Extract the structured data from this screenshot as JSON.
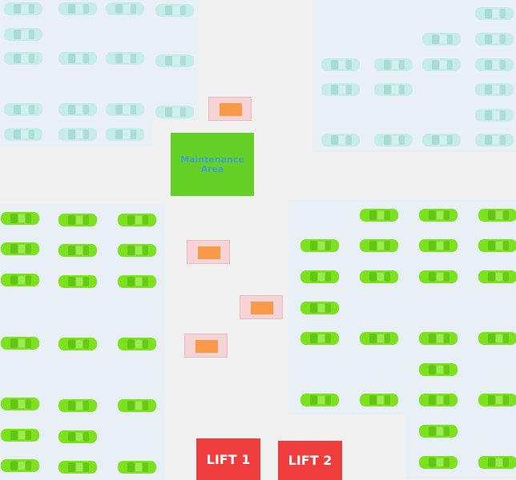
{
  "colors": {
    "background": "#f1f1f1",
    "zone": "#e9f0f5",
    "car_teal": "#c5ece6",
    "car_green": "#7be21d",
    "maintenance": "#65d126",
    "maintenance_text": "#3fa3c8",
    "charger": "#f5d3d7",
    "charger_led": "#f99a49",
    "lift": "#ef3d3e"
  },
  "maintenance": {
    "label": "Maintenance Area"
  },
  "lifts": [
    {
      "label": "LIFT 1"
    },
    {
      "label": "LIFT 2"
    }
  ],
  "legend_icons": {
    "car": "car-icon",
    "charger": "charging-station-icon"
  }
}
